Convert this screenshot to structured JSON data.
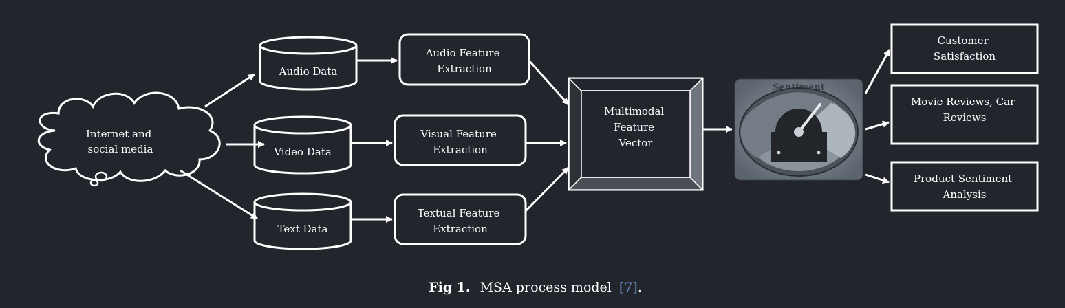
{
  "diagram": {
    "source": {
      "lines": [
        "Internet and",
        "social media"
      ]
    },
    "data_stores": {
      "audio": "Audio Data",
      "video": "Video Data",
      "text": "Text Data"
    },
    "extractors": {
      "audio": [
        "Audio Feature",
        "Extraction"
      ],
      "visual": [
        "Visual Feature",
        "Extraction"
      ],
      "textual": [
        "Textual Feature",
        "Extraction"
      ]
    },
    "fusion": [
      "Multimodal",
      "Feature",
      "Vector"
    ],
    "gauge": {
      "label": "Sentiment"
    },
    "outputs": {
      "customer": [
        "Customer",
        "Satisfaction"
      ],
      "reviews": [
        "Movie Reviews, Car",
        "Reviews"
      ],
      "product": [
        "Product Sentiment",
        "Analysis"
      ]
    }
  },
  "caption": {
    "prefix": "Fig 1.",
    "text": "MSA process model",
    "ref": "[7]",
    "suffix": "."
  },
  "colors": {
    "background": "#22252b",
    "stroke": "#ffffff",
    "gauge_face": "#7d8690",
    "gauge_dark": "#22262b",
    "reference_link": "#6f8fd0"
  }
}
